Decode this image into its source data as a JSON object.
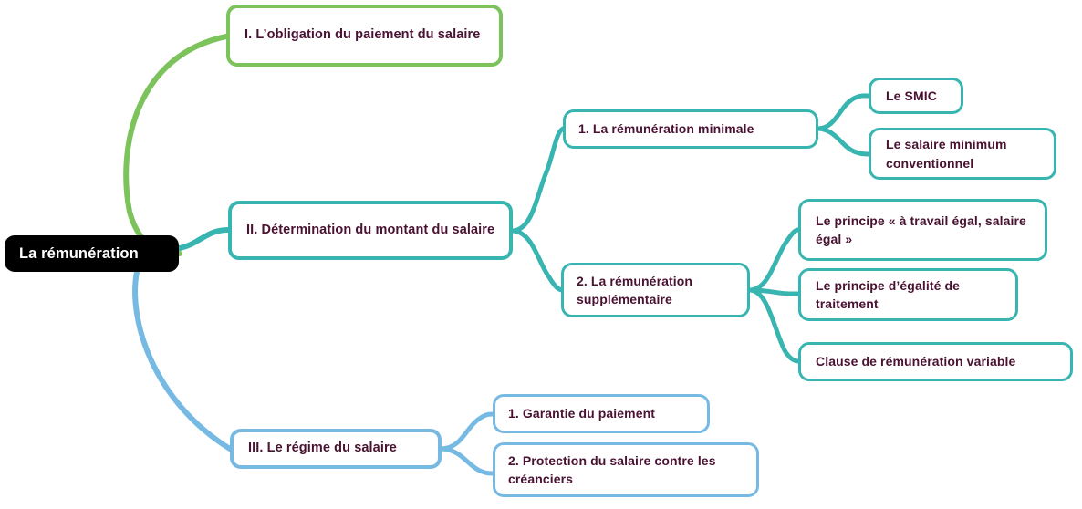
{
  "diagram": {
    "type": "mind-map",
    "title": "La rémunération",
    "colors": {
      "root_fill": "#000000",
      "root_text": "#ffffff",
      "node_text": "#4a1232",
      "branch_green": "#7cc35c",
      "branch_teal": "#38b5b0",
      "branch_blue": "#76b9e3",
      "background": "#ffffff"
    }
  },
  "root": {
    "label": "La rémunération"
  },
  "branches": [
    {
      "id": "branch-i",
      "color": "green",
      "label": "I.   L’obligation du paiement du salaire",
      "children": []
    },
    {
      "id": "branch-ii",
      "color": "teal",
      "label": "II.  Détermination du montant du salaire",
      "children": [
        {
          "id": "node-ii-1",
          "label": "1.   La rémunération minimale",
          "children": [
            {
              "id": "node-ii-1-a",
              "label": "Le SMIC"
            },
            {
              "id": "node-ii-1-b",
              "label": "Le salaire minimum conventionnel"
            }
          ]
        },
        {
          "id": "node-ii-2",
          "label": "2.   La rémunération supplémentaire",
          "children": [
            {
              "id": "node-ii-2-a",
              "label": "Le principe « à travail égal, salaire égal »"
            },
            {
              "id": "node-ii-2-b",
              "label": "Le principe d’égalité de traitement"
            },
            {
              "id": "node-ii-2-c",
              "label": "Clause de rémunération variable"
            }
          ]
        }
      ]
    },
    {
      "id": "branch-iii",
      "color": "blue",
      "label": "III. Le régime du salaire",
      "children": [
        {
          "id": "node-iii-1",
          "label": "1. Garantie du paiement"
        },
        {
          "id": "node-iii-2",
          "label": "2. Protection du salaire contre les créanciers"
        }
      ]
    }
  ]
}
